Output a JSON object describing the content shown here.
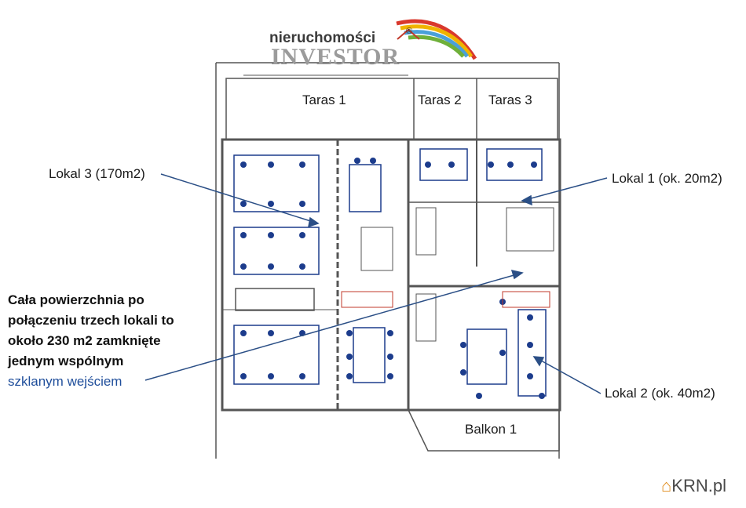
{
  "logo": {
    "top_text": "nieruchomości",
    "main_text": "INVESTOR",
    "registered": "®"
  },
  "rooms": {
    "taras1": "Taras 1",
    "taras2": "Taras 2",
    "taras3": "Taras 3",
    "balkon1": "Balkon 1"
  },
  "callouts": {
    "lokal3": "Lokal 3 (170m2)",
    "lokal1": "Lokal 1 (ok. 20m2)",
    "lokal2": "Lokal 2 (ok. 40m2)"
  },
  "description": {
    "line1": "Cała powierzchnia po",
    "line2": "połączeniu trzech lokali to",
    "line3": "około 230 m2 zamknięte",
    "line4": "jednym wspólnym",
    "line5": "szklanym wejściem"
  },
  "watermark": {
    "prefix": "⌂",
    "text": "KRN.pl"
  },
  "colors": {
    "wall": "#555555",
    "furniture": "#1c3c8c",
    "arrow": "#2b4f86",
    "accent_red": "#c0392b"
  }
}
